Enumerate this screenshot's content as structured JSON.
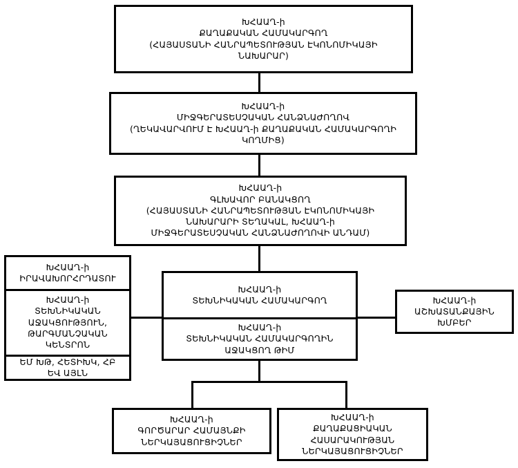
{
  "diagram": {
    "title": "XHAAG organizational structure chart",
    "colors": {
      "line": "#000000",
      "box_fill": "#ffffff",
      "text": "#000000"
    },
    "nodes": {
      "political_coordinator": "ԽՀԱԱՂ-ի\nՔԱՂԱՔԱԿԱՆ ՀԱՄԱԿԱՐԳՈՂ\n(ՀԱՅԱՍՏԱՆԻ ՀԱՆՐԱՊԵՏՈՒԹՅԱՆ ԷԿՈՆՈՄԻԿԱՅԻ\nՆԱԽԱՐԱՐ)",
      "interagency_commission": "ԽՀԱԱՂ-ի\nՄԻՋԳԵՐԱՏԵՍՉԱԿԱՆ ՀԱՆՁՆԱԺՈՂՈՎ\n(ՂԵԿԱՎԱՐՎՈՒՄ Է ԽՀԱԱՂ-ի ՔԱՂԱՔԱԿԱՆ ՀԱՄԱԿԱՐԳՈՂԻ\nԿՈՂՄԻՑ)",
      "chief_negotiator": "ԽՀԱԱՂ-ի\nԳԼԽԱՎՈՐ ԲԱՆԱԿՑՈՂ\n(ՀԱՅԱՍՏԱՆԻ ՀԱՆՐԱՊԵՏՈՒԹՅԱՆ ԷԿՈՆՈՄԻԿԱՅԻ\nՆԱԽԱՐԱՐԻ ՏԵՂԱԿԱԼ, ԽՀԱԱՂ-ի\nՄԻՋԳԵՐԱՏԵՍՉԱԿԱՆ ՀԱՆՁՆԱԺՈՂՈՎԻ ԱՆԴԱՄ)",
      "technical_coordinator": "ԽՀԱԱՂ-ի\nՏԵԽՆԻԿԱԿԱՆ ՀԱՄԱԿԱՐԳՈՂ",
      "support_team": "ԽՀԱԱՂ-ի\nՏԵԽՆԻԿԱԿԱՆ ՀԱՄԱԿԱՐԳՈՂԻՆ\nԱՋԱԿՑՈՂ ԹԻՄ",
      "legal_advisor": "ԽՀԱԱՂ-ի\nԻՐԱՎԱԽՈՐՀՐԴԱՏՈՒ",
      "technical_support_center": "ԽՀԱԱՂ-ի\nՏԵԽՆԻԿԱԿԱՆ\nԱՋԱԿՑՈՒԹՅՈՒՆ,\nԹԱՐԳՄԱՆՉԱԿԱՆ\nԿԵՆՏՐՈՆ",
      "donors": "ԵՄ ԽԹ, ՀԵՏԻԽԿ, ՀԲ\nԵՎ ԱՅԼՆ",
      "working_groups": "ԽՀԱԱՂ-ի\nԱՇԽԱՏԱՆՔԱՅԻՆ\nԽՄԲԵՐ",
      "business_community": "ԽՀԱԱՂ-ի\nԳՈՐԾԱՐԱՐ ՀԱՄԱՅՆՔԻ\nՆԵՐԿԱՅԱՑՈՒՑԻՉՆԵՐ",
      "civil_society": "ԽՀԱԱՂ-ի\nՔԱՂԱՔԱՑԻԱԿԱՆ\nՀԱՍԱՐԱԿՈՒԹՅԱՆ\nՆԵՐԿԱՅԱՑՈՒՑԻՉՆԵՐ"
    }
  }
}
